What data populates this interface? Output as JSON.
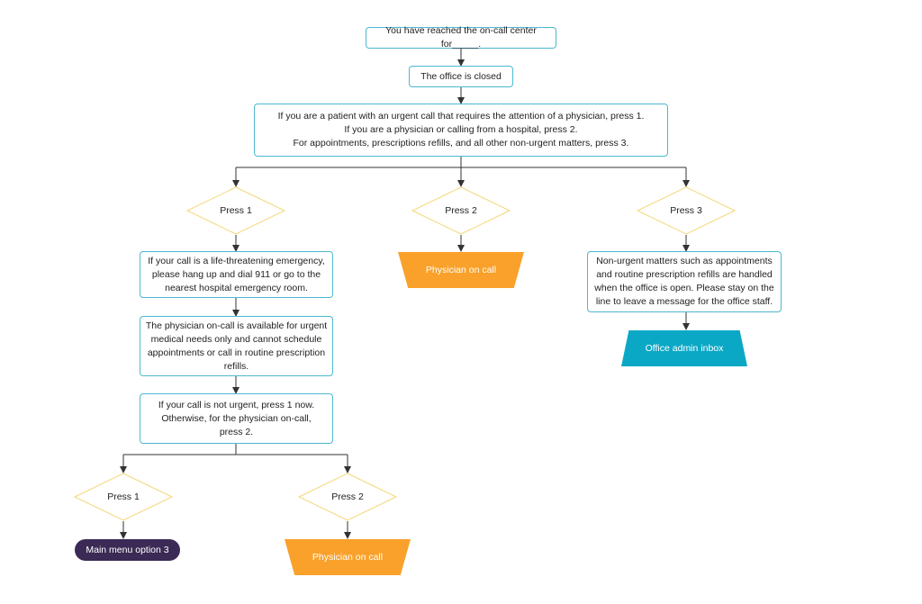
{
  "nodes": {
    "start": "You have reached the on-call center for_____.",
    "closed": "The office is closed",
    "main_menu": "If you are a patient with an urgent call that requires the attention of a physician, press 1.\nIf you are a physician or calling from a hospital, press 2.\nFor appointments, prescriptions refills, and all other non-urgent matters, press 3.",
    "press1": "Press 1",
    "press2": "Press 2",
    "press3": "Press 3",
    "emergency": "If your call is a life-threatening emergency,\nplease hang up and dial 911 or go to the\nnearest hospital emergency room.",
    "physician_note": "The physician on-call is available for urgent\nmedical needs only and cannot schedule\nappointments or call in routine prescription\nrefills.",
    "not_urgent": "If your call is not urgent, press 1 now.\nOtherwise, for the physician on-call,\npress 2.",
    "sub_press1": "Press 1",
    "sub_press2": "Press 2",
    "physician_on_call_top": "Physician on call",
    "physician_on_call_bottom": "Physician on call",
    "non_urgent": "Non-urgent matters such as appointments\nand routine prescription refills are handled\nwhen the office is open. Please stay on the\nline to leave a message for the office staff.",
    "office_admin_inbox": "Office admin inbox",
    "main_menu_option_3": "Main menu option 3"
  },
  "colors": {
    "box_border": "#4cb8d1",
    "diamond_border": "#f5d77a",
    "connector": "#333333",
    "physician": "#f9a12a",
    "admin": "#0ba8c6",
    "main_menu_terminal": "#3b2a55"
  }
}
